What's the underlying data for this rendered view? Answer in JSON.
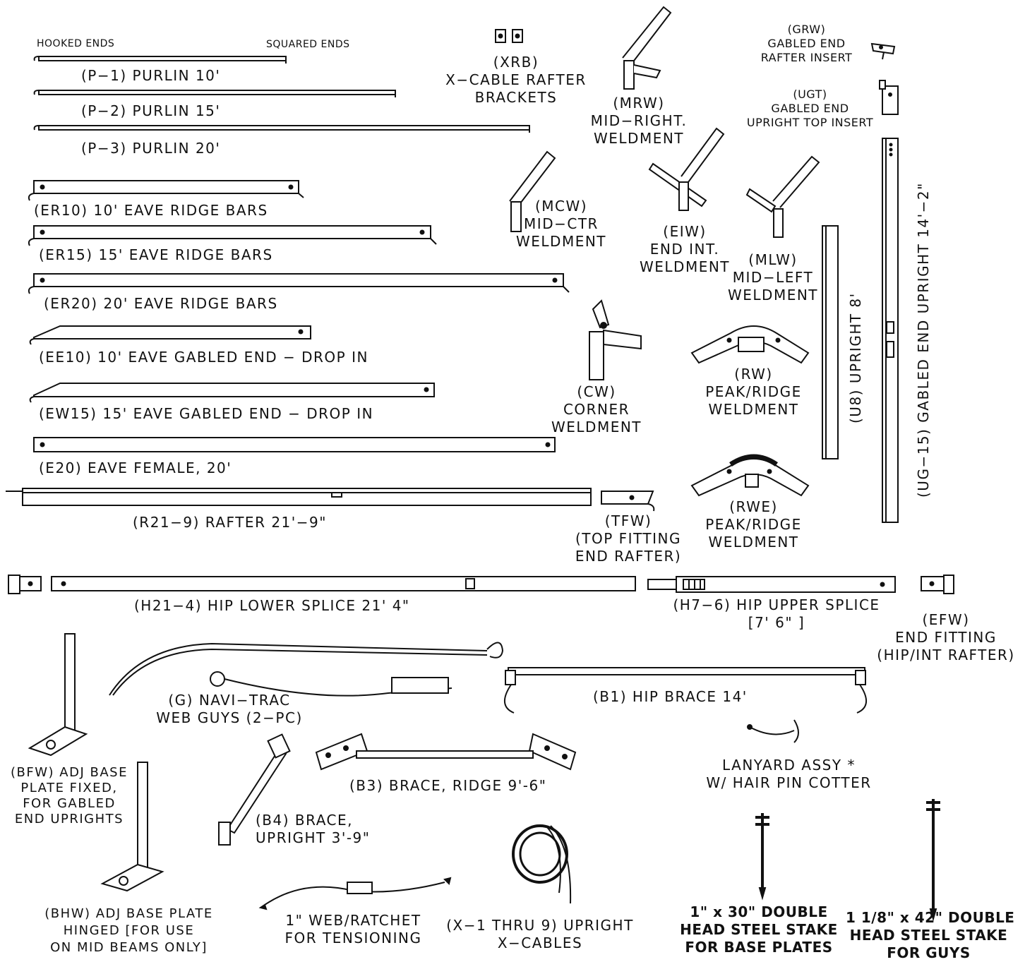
{
  "parts": {
    "hooked_ends": "HOOKED ENDS",
    "squared_ends": "SQUARED ENDS",
    "p1": "(P−1)  PURLIN  10'",
    "p2": "(P−2)  PURLIN  15'",
    "p3": "(P−3)  PURLIN  20'",
    "er10": "(ER10)  10'  EAVE  RIDGE  BARS",
    "er15": "(ER15)  15'  EAVE  RIDGE  BARS",
    "er20": "(ER20)  20'  EAVE  RIDGE  BARS",
    "ee10": "(EE10)  10'  EAVE  GABLED  END  −  DROP  IN",
    "ew15": "(EW15)  15'  EAVE  GABLED  END  −  DROP  IN",
    "e20": "(E20)  EAVE  FEMALE,  20'",
    "r21": "(R21−9)  RAFTER  21'−9\"",
    "h21": "(H21−4)  HIP  LOWER  SPLICE  21'  4\"",
    "h7": [
      "(H7−6)  HIP  UPPER  SPLICE",
      "[7'  6\"  ]"
    ],
    "efw": [
      "(EFW)",
      "END  FITTING",
      "(HIP/INT  RAFTER)"
    ],
    "tfw": [
      "(TFW)",
      "(TOP  FITTING",
      "END  RAFTER)"
    ],
    "xrb": [
      "(XRB)",
      "X−CABLE  RAFTER",
      "BRACKETS"
    ],
    "mrw": [
      "(MRW)",
      "MID−RIGHT.",
      "WELDMENT"
    ],
    "grw": [
      "(GRW)",
      "GABLED  END",
      "RAFTER  INSERT"
    ],
    "ugt": [
      "(UGT)",
      "GABLED  END",
      "UPRIGHT  TOP  INSERT"
    ],
    "mcw": [
      "(MCW)",
      "MID−CTR",
      "WELDMENT"
    ],
    "eiw": [
      "(EIW)",
      "END  INT.",
      "WELDMENT"
    ],
    "mlw": [
      "(MLW)",
      "MID−LEFT",
      "WELDMENT"
    ],
    "cw": [
      "(CW)",
      "CORNER",
      "WELDMENT"
    ],
    "rw": [
      "(RW)",
      "PEAK/RIDGE",
      "WELDMENT"
    ],
    "rwe": [
      "(RWE)",
      "PEAK/RIDGE",
      "WELDMENT"
    ],
    "u8": "(U8)  UPRIGHT  8'",
    "ug15": "(UG−15)  GABLED  END  UPRIGHT  14'−2\"",
    "g": [
      "(G)  NAVI−TRAC",
      "WEB  GUYS  (2−PC)"
    ],
    "b1": "(B1)  HIP  BRACE  14'",
    "lanyard": [
      "LANYARD  ASSY  *",
      "W/  HAIR  PIN  COTTER"
    ],
    "bfw": [
      "(BFW)  ADJ  BASE",
      "PLATE   FIXED,",
      "FOR  GABLED",
      "END  UPRIGHTS"
    ],
    "b3": "(B3)  BRACE,  RIDGE  9'-6\"",
    "b4": [
      "(B4)  BRACE,",
      "UPRIGHT  3'-9\""
    ],
    "bhw": [
      "(BHW)  ADJ  BASE  PLATE",
      "HINGED  [FOR  USE",
      "ON  MID  BEAMS  ONLY]"
    ],
    "web_ratchet": [
      "1\"  WEB/RATCHET",
      "FOR  TENSIONING"
    ],
    "xcables": [
      "(X−1  THRU  9)  UPRIGHT",
      "X−CABLES"
    ],
    "stake30": [
      "1\" x 30\" DOUBLE",
      "HEAD STEEL STAKE",
      "FOR BASE PLATES"
    ],
    "stake42": [
      "1 1/8\" x 42\" DOUBLE",
      "HEAD STEEL STAKE",
      "FOR GUYS"
    ]
  }
}
